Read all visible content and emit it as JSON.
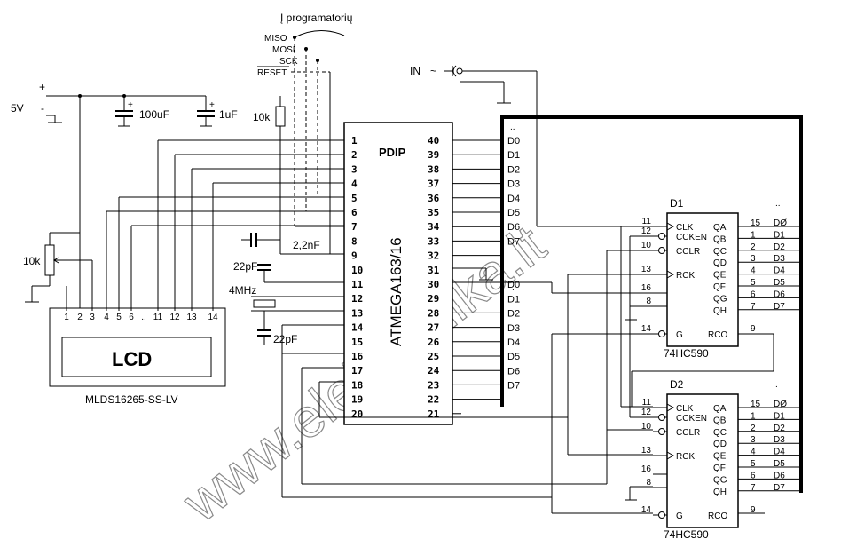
{
  "labels": {
    "programmer": "Į programatorių",
    "miso": "MISO",
    "mosi": "MOSI",
    "sck": "SCK",
    "reset": "RESET",
    "in": "IN",
    "tilde": "~",
    "v5": "5V",
    "plus": "+",
    "minus": "-",
    "c100": "100uF",
    "c1": "1uF",
    "r10k_top": "10k",
    "r10k_pot": "10k",
    "c22n": "2,2nF",
    "c22p_top": "22pF",
    "c22p_bot": "22pF",
    "xtal": "4MHz",
    "pdip": "PDIP",
    "mcu": "ATMEGA163/16",
    "lcd": "LCD",
    "lcd_model": "MLDS16265-SS-LV",
    "d1": "D1",
    "d2": "D2",
    "chip1": "74HC590",
    "chip2": "74HC590",
    "watermark": "www.elektronika.lt",
    "dots": "..",
    "dot": "."
  },
  "mcu_left_pins": [
    "1",
    "2",
    "3",
    "4",
    "5",
    "6",
    "7",
    "8",
    "9",
    "10",
    "11",
    "12",
    "13",
    "14",
    "15",
    "16",
    "17",
    "18",
    "19",
    "20"
  ],
  "mcu_right_pins": [
    "40",
    "39",
    "38",
    "37",
    "36",
    "35",
    "34",
    "33",
    "32",
    "31",
    "30",
    "29",
    "28",
    "27",
    "26",
    "25",
    "24",
    "23",
    "22",
    "21"
  ],
  "bus_a": [
    "D0",
    "D1",
    "D2",
    "D3",
    "D4",
    "D5",
    "D6",
    "D7"
  ],
  "bus_b": [
    "D0",
    "D1",
    "D2",
    "D3",
    "D4",
    "D5",
    "D6",
    "D7"
  ],
  "lcd_pins": [
    "1",
    "2",
    "3",
    "4",
    "5",
    "6",
    "..",
    "11",
    "12",
    "13",
    "14"
  ],
  "counter": {
    "left_pins": [
      "11",
      "12",
      "10",
      "13",
      "16",
      "8",
      "14"
    ],
    "left_names": [
      "CLK",
      "CCKEN",
      "CCLR",
      "RCK",
      "G"
    ],
    "right_names": [
      "QA",
      "QB",
      "QC",
      "QD",
      "QE",
      "QF",
      "QG",
      "QH",
      "RCO"
    ],
    "out_pins": [
      "15",
      "1",
      "2",
      "3",
      "4",
      "5",
      "6",
      "7"
    ],
    "rco_pin": "9",
    "out_labels": [
      "DØ",
      "D1",
      "D2",
      "D3",
      "D4",
      "D5",
      "D6",
      "D7"
    ]
  }
}
